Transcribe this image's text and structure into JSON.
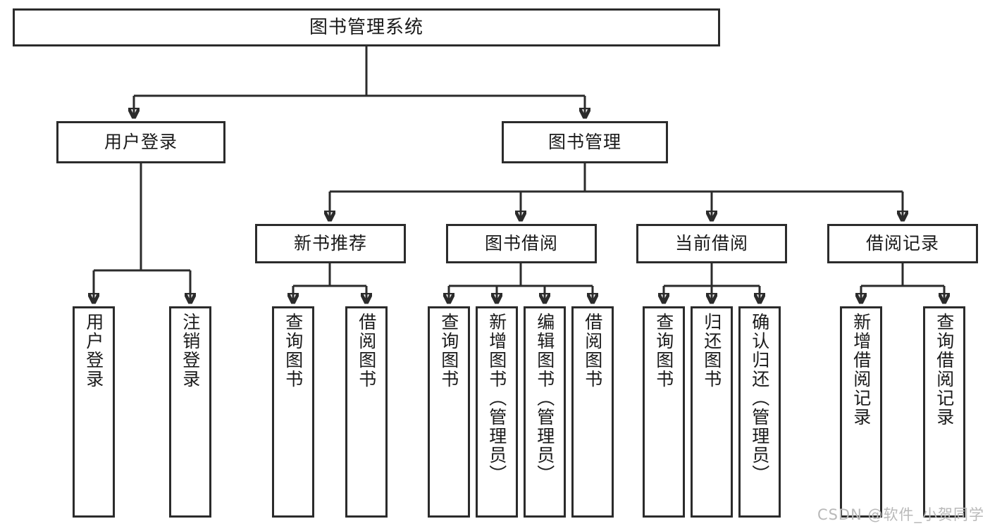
{
  "diagram": {
    "type": "tree-hierarchy",
    "title": "图书管理系统",
    "watermark": "CSDN @软件_小贺同学",
    "colors": {
      "stroke": "#2b2b2b",
      "box_fill": "#ffffff",
      "text": "#1a1a1a",
      "background": "#ffffff",
      "watermark": "#b9b9b9"
    },
    "nodes": {
      "root": {
        "label": "图书管理系统"
      },
      "level2": [
        {
          "label": "用户登录"
        },
        {
          "label": "图书管理"
        }
      ],
      "level3": [
        {
          "label": "新书推荐"
        },
        {
          "label": "图书借阅"
        },
        {
          "label": "当前借阅"
        },
        {
          "label": "借阅记录"
        }
      ],
      "leaves": {
        "user_login": [
          {
            "label": "用户登录"
          },
          {
            "label": "注销登录"
          }
        ],
        "new_book_recommend": [
          {
            "label": "查询图书"
          },
          {
            "label": "借阅图书"
          }
        ],
        "book_borrow": [
          {
            "label": "查询图书"
          },
          {
            "label": "新增图书（管理员）"
          },
          {
            "label": "编辑图书（管理员）"
          },
          {
            "label": "借阅图书"
          }
        ],
        "current_borrow": [
          {
            "label": "查询图书"
          },
          {
            "label": "归还图书"
          },
          {
            "label": "确认归还（管理员）"
          }
        ],
        "borrow_record": [
          {
            "label": "新增借阅记录"
          },
          {
            "label": "查询借阅记录"
          }
        ]
      }
    }
  }
}
